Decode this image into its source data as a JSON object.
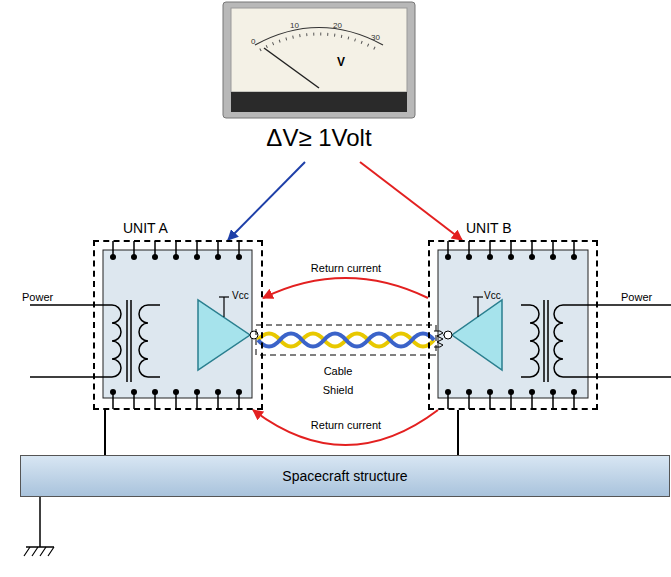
{
  "diagram": {
    "nodes": [
      {
        "text": [
          "V",
          "ΔV≥ 1Volt"
        ]
      },
      {
        "text": [
          "UNIT A",
          "Vcc"
        ]
      },
      {
        "text": [
          "UNIT B",
          "Vcc"
        ]
      },
      {
        "text": [
          "Spacecraft structure"
        ]
      }
    ],
    "edges": [
      {
        "from": 0,
        "to": 1,
        "arrow": "to"
      },
      {
        "from": 0,
        "to": 2,
        "arrow": "to"
      },
      {
        "from": 2,
        "to": 1,
        "label": "Return current",
        "arrow": "to"
      },
      {
        "from": 2,
        "to": 1,
        "label": "Return current",
        "arrow": "to"
      },
      {
        "from": 1,
        "to": 3,
        "arrow": "none"
      },
      {
        "from": 2,
        "to": 3,
        "arrow": "none"
      }
    ],
    "labels": [
      "0",
      "10",
      "20",
      "30",
      "Power",
      "Power",
      "Cable",
      "Shield"
    ]
  }
}
